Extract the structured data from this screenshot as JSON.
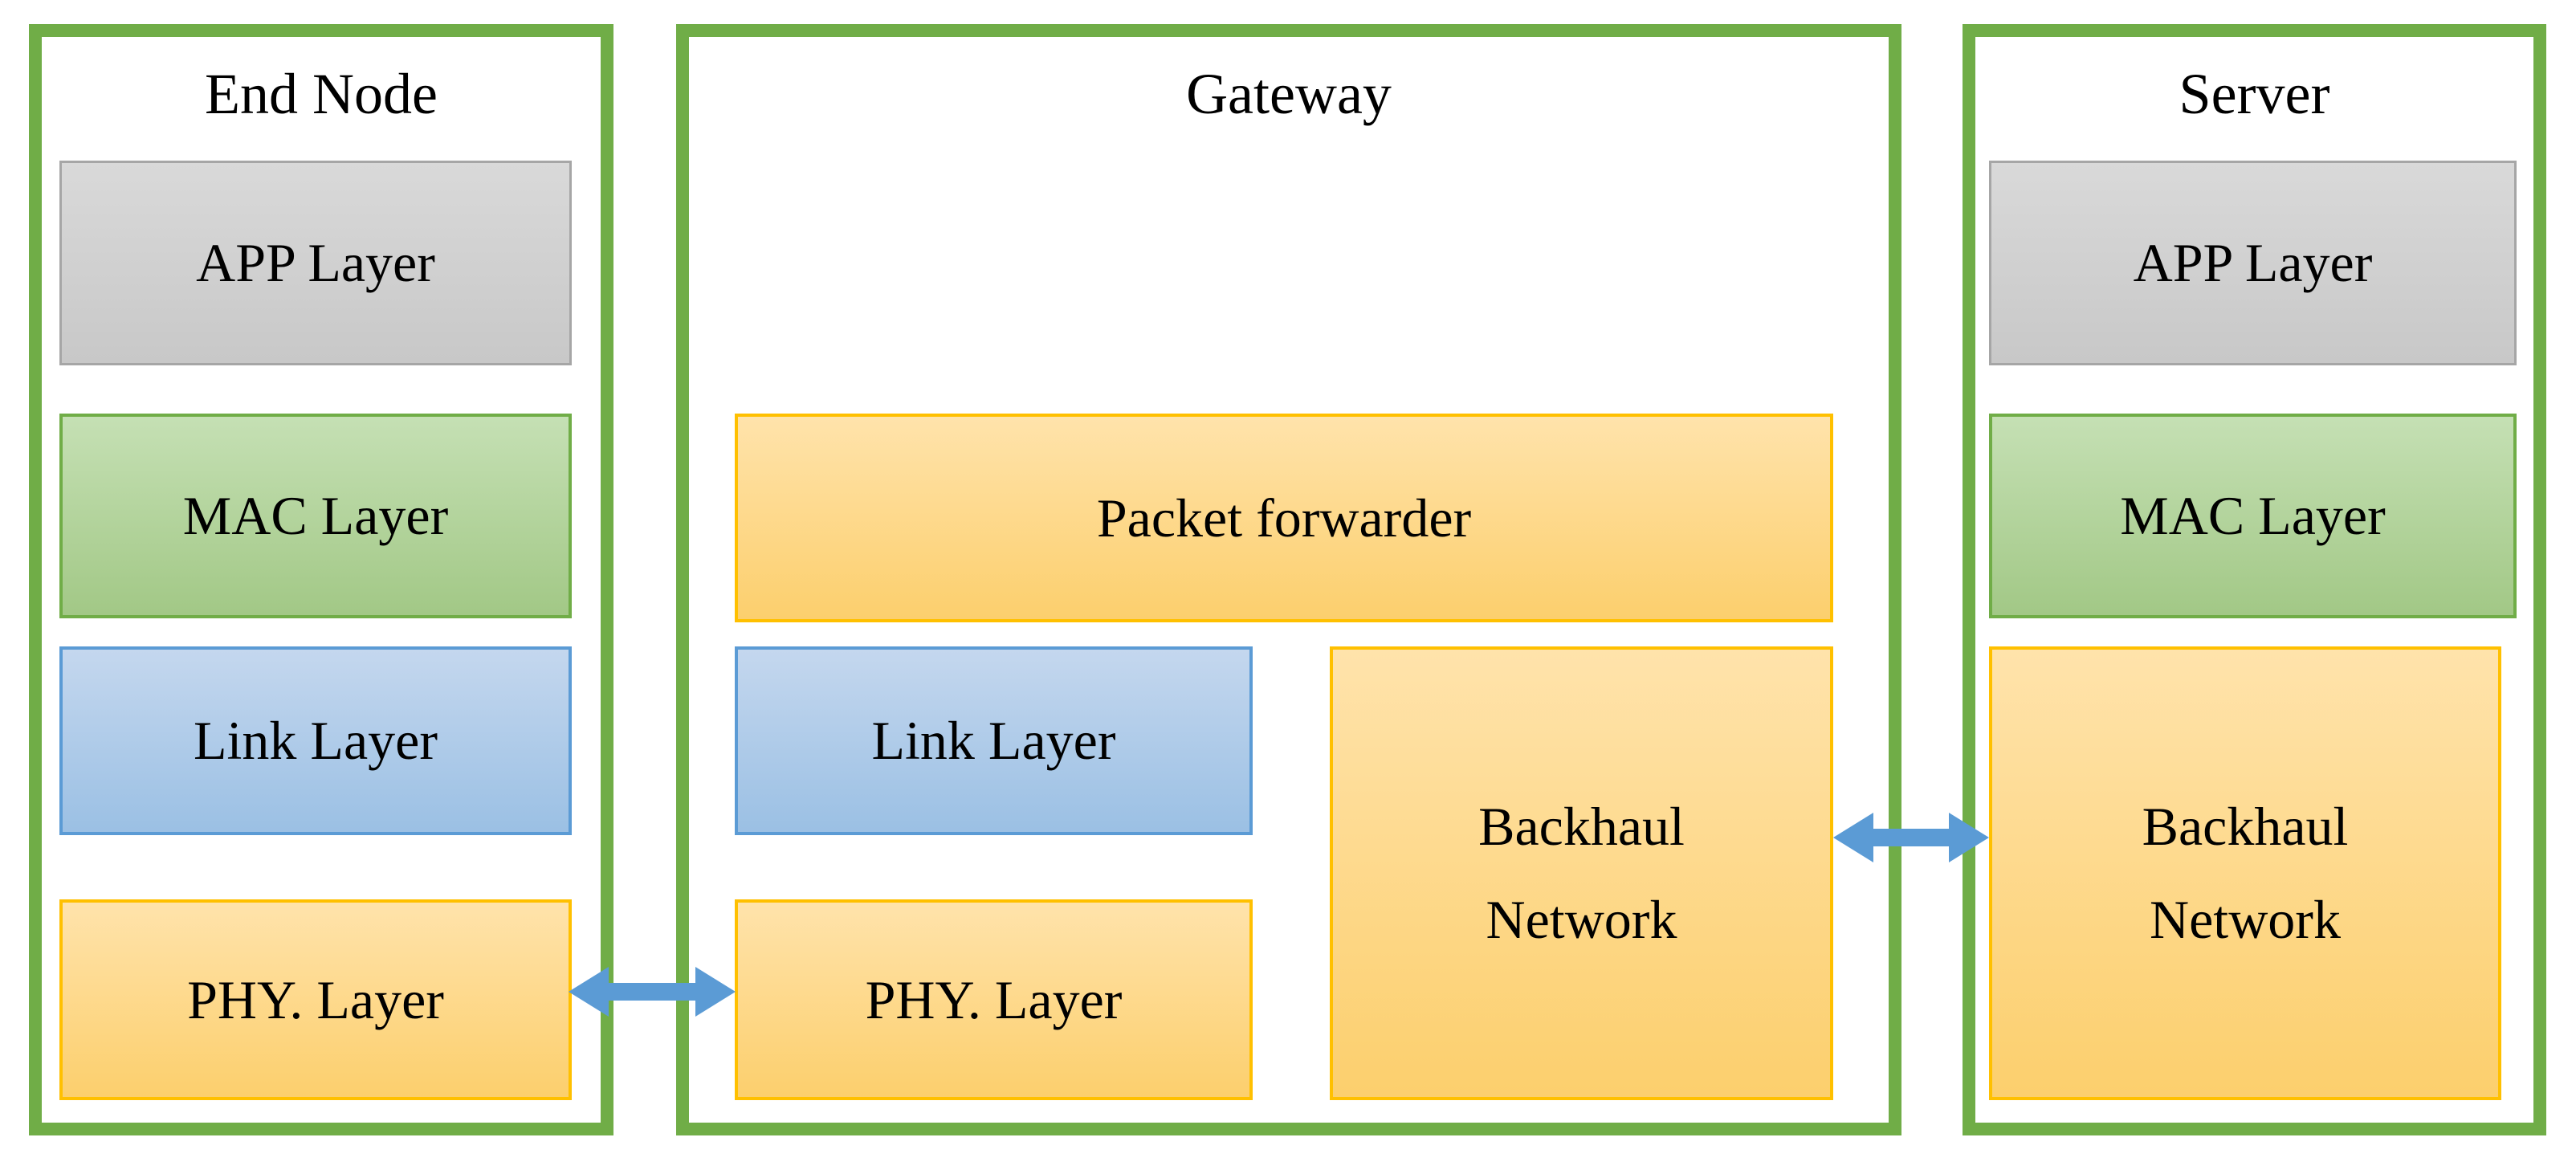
{
  "diagram": {
    "panels": [
      {
        "id": "end_node",
        "title": "End Node",
        "layers": [
          {
            "label": "APP Layer"
          },
          {
            "label": "MAC Layer"
          },
          {
            "label": "Link Layer"
          },
          {
            "label": "PHY. Layer"
          }
        ]
      },
      {
        "id": "gateway",
        "title": "Gateway",
        "layers": [
          {
            "label": "Packet forwarder"
          },
          {
            "label": "Link Layer"
          },
          {
            "label": "PHY. Layer"
          },
          {
            "label": "Backhaul\nNetwork"
          }
        ]
      },
      {
        "id": "server",
        "title": "Server",
        "layers": [
          {
            "label": "APP Layer"
          },
          {
            "label": "MAC Layer"
          },
          {
            "label": "Backhaul\nNetwork"
          }
        ]
      }
    ],
    "connections": [
      {
        "from": "End Node PHY. Layer",
        "to": "Gateway PHY. Layer",
        "style": "double-arrow"
      },
      {
        "from": "Gateway Backhaul Network",
        "to": "Server Backhaul Network",
        "style": "double-arrow"
      }
    ],
    "colors": {
      "panel_border": "#70AD47",
      "app_fill_top": "#D9D9D9",
      "app_fill_bottom": "#C8C8C8",
      "app_border": "#A6A6A6",
      "mac_fill_top": "#C5E0B4",
      "mac_fill_bottom": "#A2C886",
      "mac_border": "#70AD47",
      "link_fill_top": "#C4D7EE",
      "link_fill_bottom": "#9BC0E4",
      "link_border": "#5B9BD5",
      "phy_fill_top": "#FFE3AB",
      "phy_fill_bottom": "#FCCF6D",
      "phy_border": "#FFC000",
      "arrow": "#5B9BD5",
      "text": "#000000"
    }
  }
}
